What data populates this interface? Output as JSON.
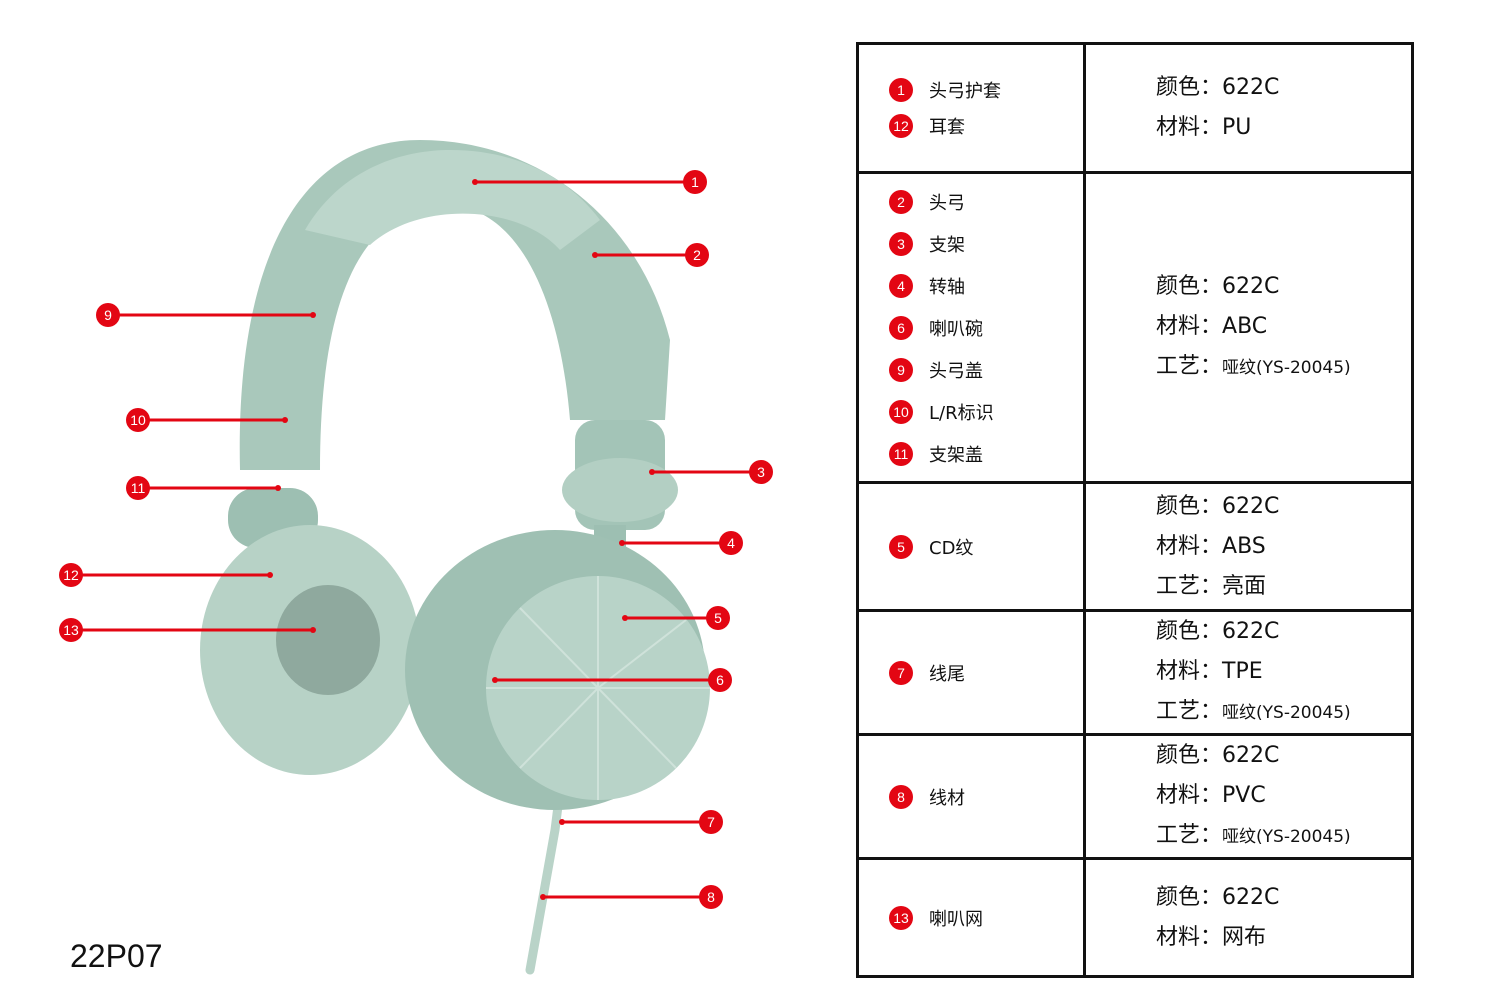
{
  "model_code": "22P07",
  "product_color": "#a9c8bb",
  "callout_color": "#e30613",
  "callouts": [
    "1",
    "2",
    "3",
    "4",
    "5",
    "6",
    "7",
    "8",
    "9",
    "10",
    "11",
    "12",
    "13"
  ],
  "table": {
    "rows": [
      {
        "items": [
          {
            "num": "1",
            "name": "头弓护套"
          },
          {
            "num": "12",
            "name": "耳套"
          }
        ],
        "specs": [
          {
            "label": "颜色：",
            "value": "622C"
          },
          {
            "label": "材料：",
            "value": "PU"
          }
        ]
      },
      {
        "items": [
          {
            "num": "2",
            "name": "头弓"
          },
          {
            "num": "3",
            "name": "支架"
          },
          {
            "num": "4",
            "name": "转轴"
          },
          {
            "num": "6",
            "name": "喇叭碗"
          },
          {
            "num": "9",
            "name": "头弓盖"
          },
          {
            "num": "10",
            "name": "L/R标识"
          },
          {
            "num": "11",
            "name": "支架盖"
          }
        ],
        "specs": [
          {
            "label": "颜色：",
            "value": "622C"
          },
          {
            "label": "材料：",
            "value": "ABC"
          },
          {
            "label": "工艺：",
            "value": "哑纹(YS-20045)"
          }
        ]
      },
      {
        "items": [
          {
            "num": "5",
            "name": "CD纹"
          }
        ],
        "specs": [
          {
            "label": "颜色：",
            "value": "622C"
          },
          {
            "label": "材料：",
            "value": "ABS"
          },
          {
            "label": "工艺：",
            "value": "亮面"
          }
        ]
      },
      {
        "items": [
          {
            "num": "7",
            "name": "线尾"
          }
        ],
        "specs": [
          {
            "label": "颜色：",
            "value": "622C"
          },
          {
            "label": "材料：",
            "value": "TPE"
          },
          {
            "label": "工艺：",
            "value": "哑纹(YS-20045)"
          }
        ]
      },
      {
        "items": [
          {
            "num": "8",
            "name": "线材"
          }
        ],
        "specs": [
          {
            "label": "颜色：",
            "value": "622C"
          },
          {
            "label": "材料：",
            "value": "PVC"
          },
          {
            "label": "工艺：",
            "value": "哑纹(YS-20045)"
          }
        ]
      },
      {
        "items": [
          {
            "num": "13",
            "name": "喇叭网"
          }
        ],
        "specs": [
          {
            "label": "颜色：",
            "value": "622C"
          },
          {
            "label": "材料：",
            "value": "网布"
          }
        ]
      }
    ]
  }
}
